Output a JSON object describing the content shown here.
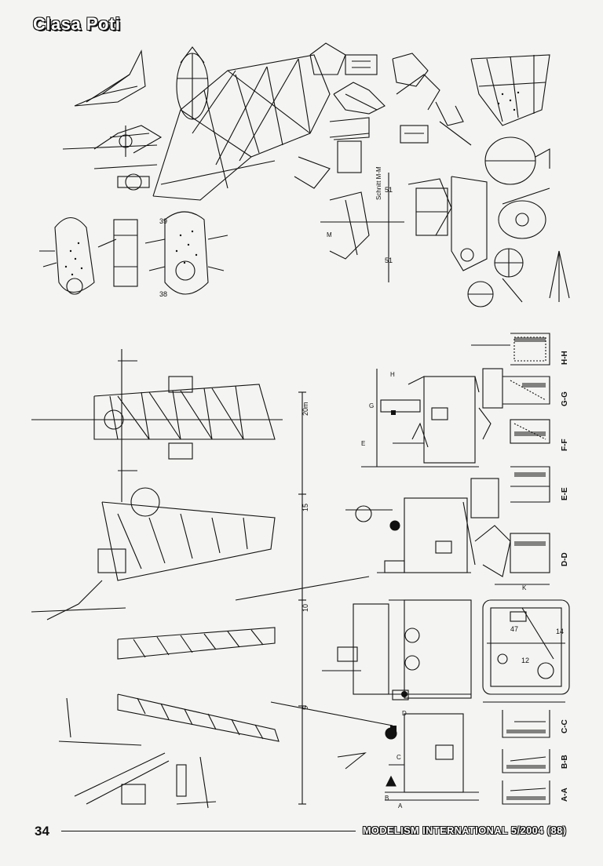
{
  "header": {
    "title": "Clasa Poti"
  },
  "scale": {
    "unit_label": "20m",
    "ticks": [
      "15",
      "10",
      "5"
    ]
  },
  "section_labels": [
    "H-H",
    "G-G",
    "F-F",
    "E-E",
    "D-D",
    "C-C",
    "B-B",
    "A-A"
  ],
  "section_markers": {
    "h": "H",
    "g": "G",
    "e": "E",
    "d": "D",
    "c": "C",
    "b": "B",
    "a": "A",
    "m": "M",
    "k": "K",
    "schnitt": "Schnitt M-M"
  },
  "callouts": [
    "39",
    "38",
    "51",
    "51",
    "47",
    "14",
    "12"
  ],
  "footer": {
    "page_number": "34",
    "magazine": "MODELISM INTERNATIONAL 5/2004 (88)"
  }
}
